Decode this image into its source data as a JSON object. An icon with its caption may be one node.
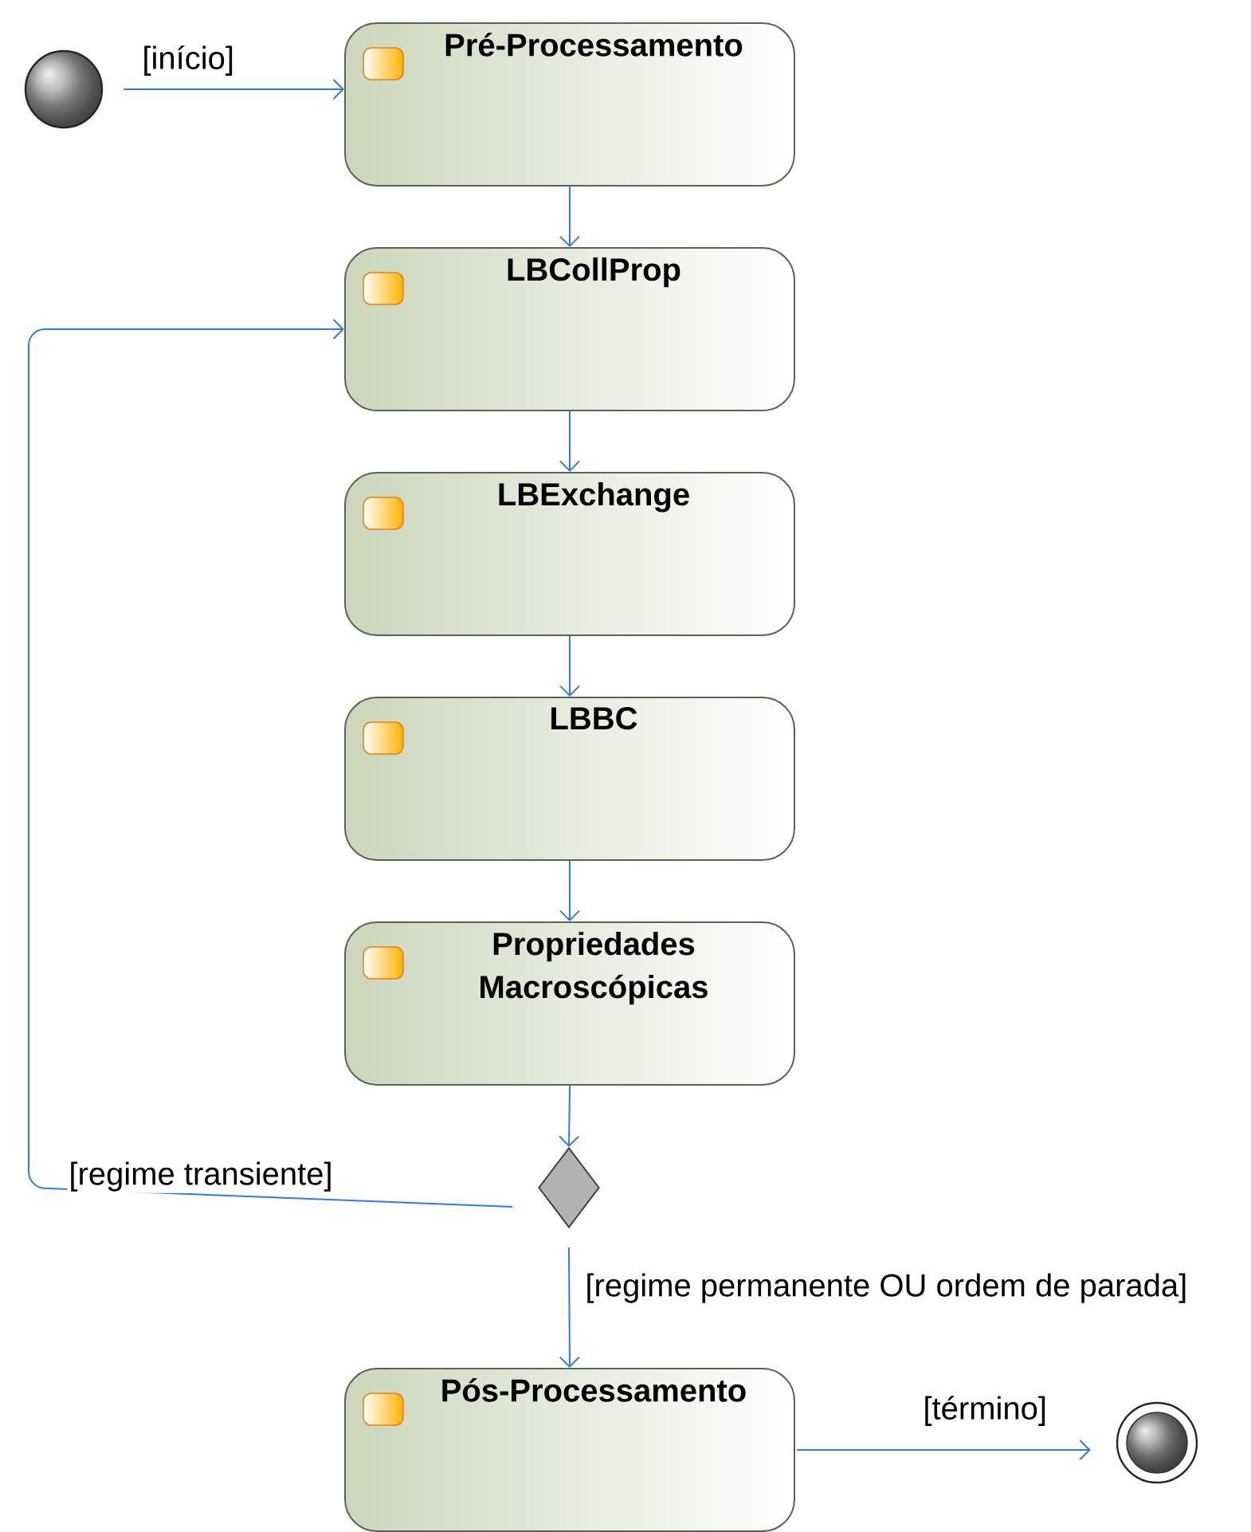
{
  "diagram": {
    "nodes": [
      {
        "text": [],
        "shape": "circle"
      },
      {
        "text": [
          "Pré-Processamento"
        ]
      },
      {
        "text": [
          "LBCollProp"
        ]
      },
      {
        "text": [
          "LBExchange"
        ]
      },
      {
        "text": [
          "LBBC"
        ]
      },
      {
        "text": [
          "Propriedades Macroscópicas"
        ]
      },
      {
        "text": [],
        "shape": "diamond"
      },
      {
        "text": [
          "Pós-Processamento"
        ]
      },
      {
        "text": [],
        "shape": "circle"
      }
    ],
    "edges": [
      {
        "from": 0,
        "to": 1,
        "arrow": "to",
        "label": "[início]"
      },
      {
        "from": 1,
        "to": 2,
        "arrow": "to"
      },
      {
        "from": 2,
        "to": 3,
        "arrow": "to"
      },
      {
        "from": 3,
        "to": 4,
        "arrow": "to"
      },
      {
        "from": 4,
        "to": 5,
        "arrow": "to"
      },
      {
        "from": 5,
        "to": 6,
        "arrow": "to"
      },
      {
        "from": 6,
        "to": 2,
        "arrow": "to",
        "label": "[regime transiente]"
      },
      {
        "from": 6,
        "to": 7,
        "arrow": "to",
        "label": "[regime permanente OU ordem de parada]"
      },
      {
        "from": 7,
        "to": 8,
        "arrow": "to",
        "label": "[término]"
      }
    ]
  }
}
